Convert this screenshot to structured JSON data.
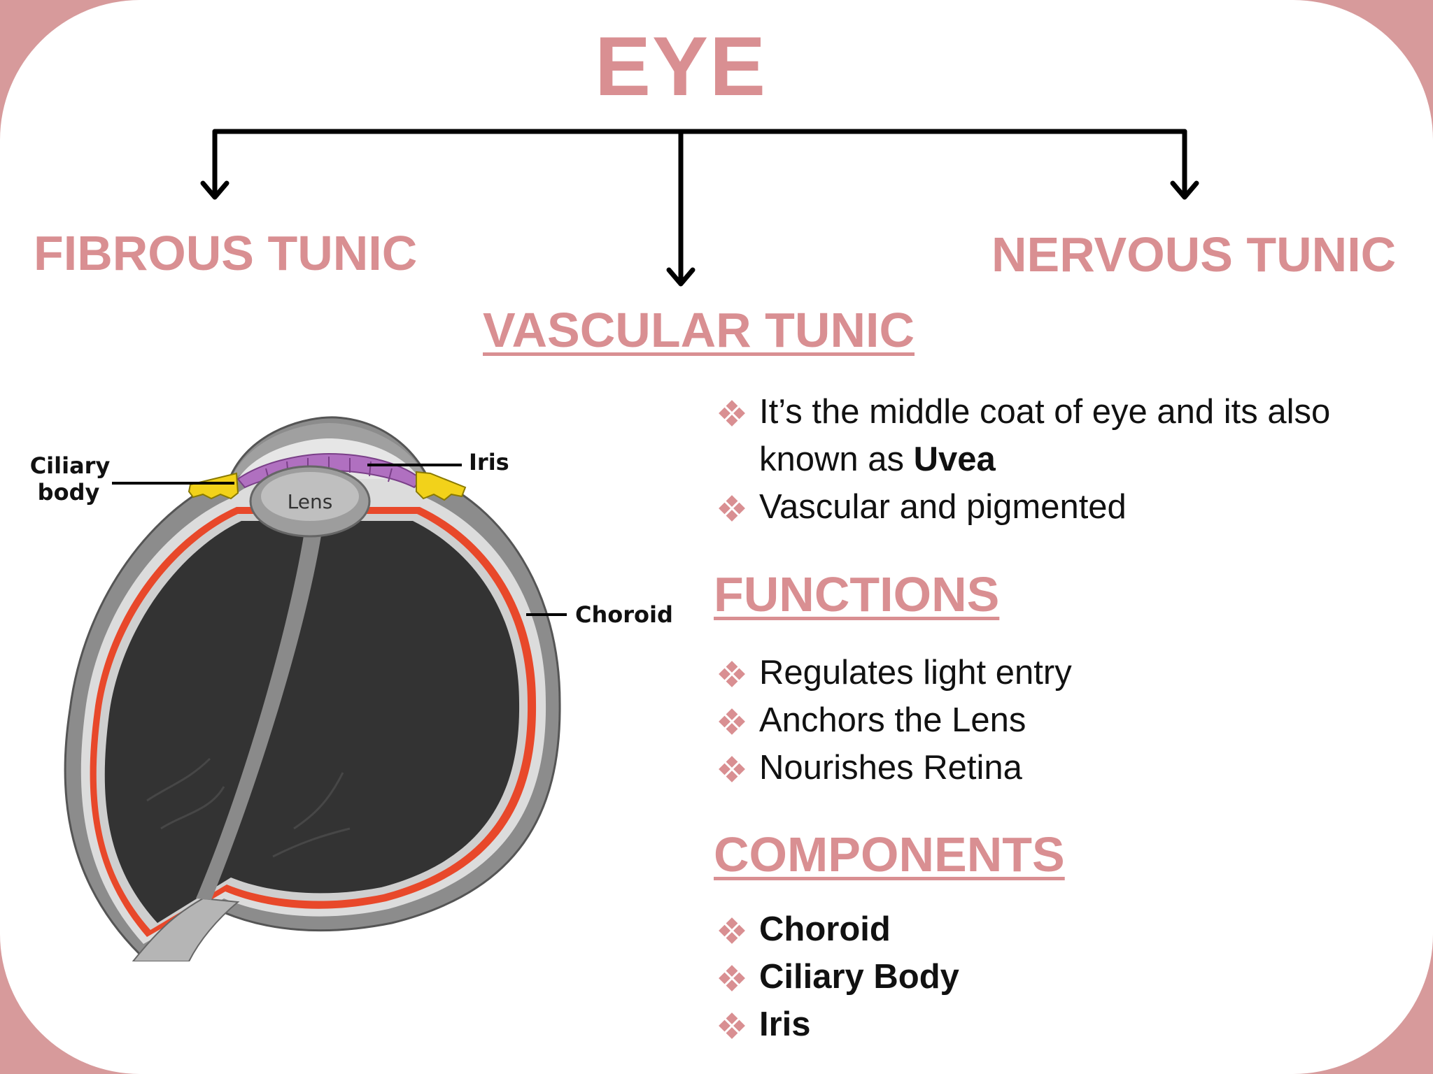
{
  "title": "EYE",
  "branches": {
    "left": "FIBROUS TUNIC",
    "center": "VASCULAR TUNIC",
    "right": "NERVOUS TUNIC"
  },
  "intro_bullets": [
    {
      "text": "It’s the middle coat of eye and its also known as ",
      "bold_suffix": "Uvea"
    },
    {
      "text": "Vascular and pigmented"
    }
  ],
  "functions": {
    "heading": "FUNCTIONS",
    "items": [
      "Regulates light entry",
      "Anchors the Lens",
      "Nourishes Retina"
    ]
  },
  "components": {
    "heading": "COMPONENTS",
    "items": [
      "Choroid",
      "Ciliary Body",
      "Iris"
    ]
  },
  "diagram_labels": {
    "ciliary_line1": "Ciliary",
    "ciliary_line2": "body",
    "iris": "Iris",
    "lens": "Lens",
    "choroid": "Choroid"
  },
  "colors": {
    "accent": "#d98f92",
    "background_frame": "#d79a9b",
    "iris": "#b070c0",
    "ciliary": "#f2d21a",
    "choroid": "#e8482a",
    "eye_interior": "#333333",
    "sclera": "#8c8c8c"
  },
  "icons": {
    "bullet": "four-diamond-bullet-icon"
  }
}
